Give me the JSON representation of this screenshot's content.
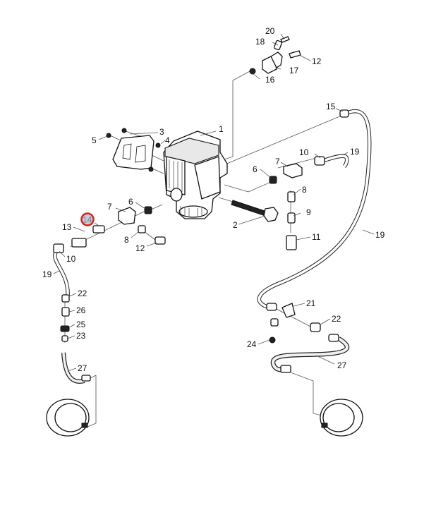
{
  "diagram": {
    "title": "Brake valve assembly exploded view",
    "highlight_color": "#e01b1b",
    "highlighted_callout": "14",
    "callouts": {
      "c1": "1",
      "c2": "2",
      "c3": "3",
      "c4": "4",
      "c5": "5",
      "c6a": "6",
      "c6b": "6",
      "c7a": "7",
      "c7b": "7",
      "c8a": "8",
      "c8b": "8",
      "c9": "9",
      "c10a": "10",
      "c10b": "10",
      "c11": "11",
      "c12a": "12",
      "c12b": "12",
      "c13": "13",
      "c14": "14",
      "c15": "15",
      "c16": "16",
      "c17": "17",
      "c18": "18",
      "c19a": "19",
      "c19b": "19",
      "c19c": "19",
      "c20": "20",
      "c21": "21",
      "c22a": "22",
      "c22b": "22",
      "c23": "23",
      "c24": "24",
      "c25": "25",
      "c26": "26",
      "c27a": "27",
      "c27b": "27"
    }
  }
}
